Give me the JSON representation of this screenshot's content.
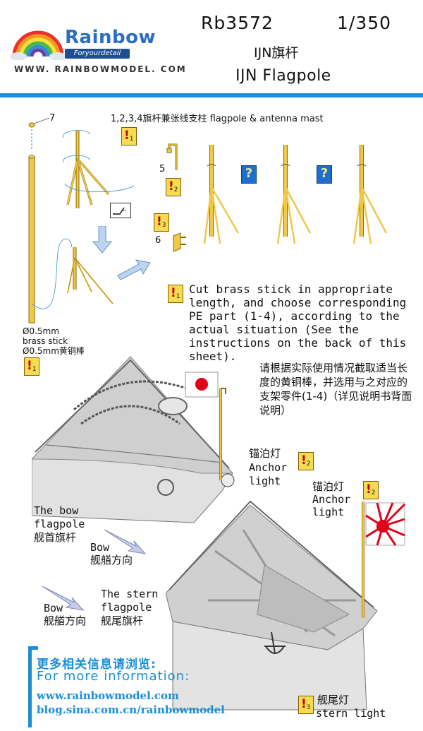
{
  "header": {
    "brand": "Rainbow",
    "tagline": "Foryourdetail",
    "website": "WWW. RAINBOWMODEL. COM",
    "product_code": "Rb3572",
    "scale": "1/350",
    "title_cn": "IJN旗杆",
    "title_en": "IJN Flagpole"
  },
  "step1": {
    "caption": "1,2,3,4旗杆兼张线支柱  flagpole & antenna mast",
    "part7": "7",
    "part5": "5",
    "part6": "6",
    "warn1": "1",
    "warn2": "2",
    "warn3": "3",
    "q": "?"
  },
  "brass": {
    "line1": "Ø0.5mm",
    "line2": "brass stick",
    "line3": "Ø0.5mm黄铜棒"
  },
  "note": {
    "marker": "1",
    "en": "Cut brass stick in appropriate length, and choose  corresponding PE part (1-4), according to the actual situation (See the instructions on the back of this sheet).",
    "cn": "请根据实际使用情况截取适当长度的黄铜棒，并选用与之对应的支架零件(1-4)（详见说明书背面说明）"
  },
  "bow": {
    "anchor_cn": "锚泊灯",
    "anchor_en1": "Anchor",
    "anchor_en2": "light",
    "anchor_marker": "2",
    "caption_en1": "The bow",
    "caption_en2": "flagpole",
    "caption_cn": "舰首旗杆",
    "dir_en": "Bow",
    "dir_cn": "舰艏方向"
  },
  "stern": {
    "anchor_cn": "锚泊灯",
    "anchor_en1": "Anchor",
    "anchor_en2": "light",
    "anchor_marker": "2",
    "caption_en1": "The stern",
    "caption_en2": "flagpole",
    "caption_cn": "舰尾旗杆",
    "dir_en": "Bow",
    "dir_cn": "舰艏方向",
    "light_cn": "舰尾灯",
    "light_en": "stern light",
    "light_marker": "3"
  },
  "footer": {
    "more_cn": "更多相关信息请浏览:",
    "more_en": "For more information:",
    "url1": "www.rainbowmodel.com",
    "url2": "blog.sina.com.cn/rainbowmodel"
  },
  "colors": {
    "accent": "#1a8fd6",
    "brass": "#f0c84a",
    "warning": "#f6dc52",
    "hull": "#d9d9d9"
  }
}
